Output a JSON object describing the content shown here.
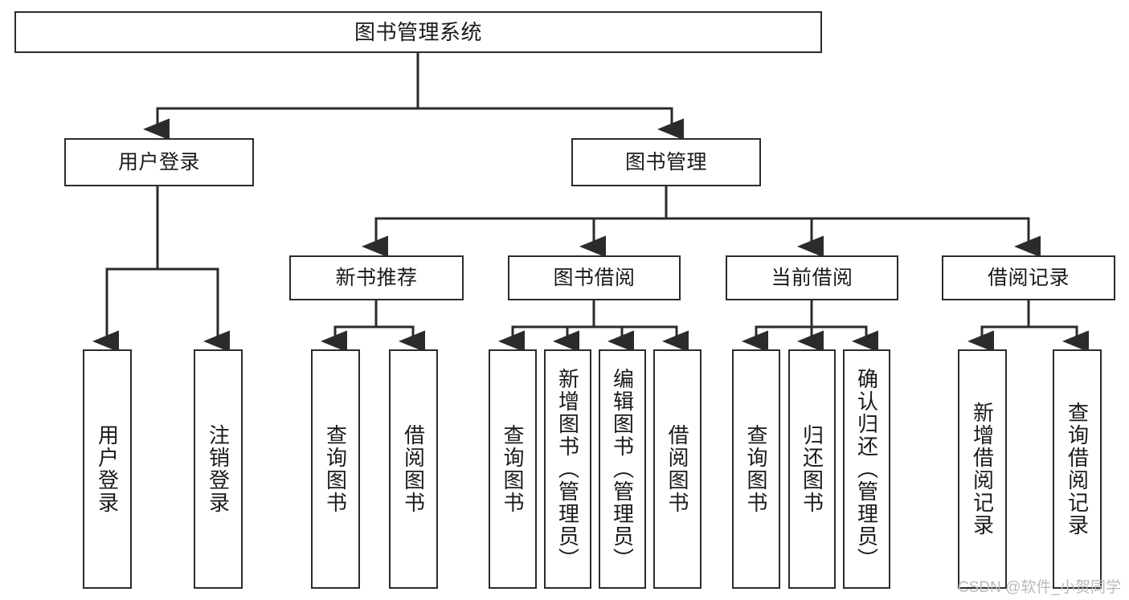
{
  "diagram": {
    "title": "图书管理系统",
    "type": "tree",
    "orientation": "top-down",
    "colors": {
      "box_border": "#2b2b2b",
      "box_fill": "#ffffff",
      "connector": "#2b2b2b",
      "text": "#1a1a1a",
      "watermark": "#b9b9b9",
      "background": "#ffffff"
    },
    "nodes": {
      "root": {
        "label": "图书管理系统"
      },
      "level2": [
        {
          "id": "user-login",
          "label": "用户登录"
        },
        {
          "id": "book-management",
          "label": "图书管理"
        }
      ],
      "level3": [
        {
          "id": "new-book-recommend",
          "label": "新书推荐"
        },
        {
          "id": "book-borrow",
          "label": "图书借阅"
        },
        {
          "id": "current-borrow",
          "label": "当前借阅"
        },
        {
          "id": "borrow-record",
          "label": "借阅记录"
        }
      ],
      "leaves": {
        "user-login": [
          {
            "id": "leaf-user-login",
            "label": "用户登录"
          },
          {
            "id": "leaf-logout-login",
            "label": "注销登录"
          }
        ],
        "new-book-recommend": [
          {
            "id": "leaf-query-book-1",
            "label": "查询图书"
          },
          {
            "id": "leaf-borrow-book-1",
            "label": "借阅图书"
          }
        ],
        "book-borrow": [
          {
            "id": "leaf-query-book-2",
            "label": "查询图书"
          },
          {
            "id": "leaf-add-book",
            "label": "新增图书（管理员）"
          },
          {
            "id": "leaf-edit-book",
            "label": "编辑图书（管理员）"
          },
          {
            "id": "leaf-borrow-book-2",
            "label": "借阅图书"
          }
        ],
        "current-borrow": [
          {
            "id": "leaf-query-book-3",
            "label": "查询图书"
          },
          {
            "id": "leaf-return-book",
            "label": "归还图书"
          },
          {
            "id": "leaf-confirm-return",
            "label": "确认归还（管理员）"
          }
        ],
        "borrow-record": [
          {
            "id": "leaf-add-record",
            "label": "新增借阅记录"
          },
          {
            "id": "leaf-query-record",
            "label": "查询借阅记录"
          }
        ]
      }
    },
    "watermark": "CSDN @软件_小贺同学"
  }
}
